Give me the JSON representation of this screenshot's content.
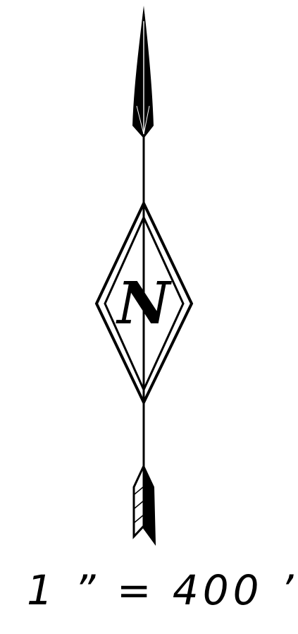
{
  "figure": {
    "type": "north-arrow",
    "north_letter": "N",
    "colors": {
      "ink": "#000000",
      "paper": "#ffffff"
    }
  },
  "scale": {
    "text": "1 ” = 400 ’"
  }
}
